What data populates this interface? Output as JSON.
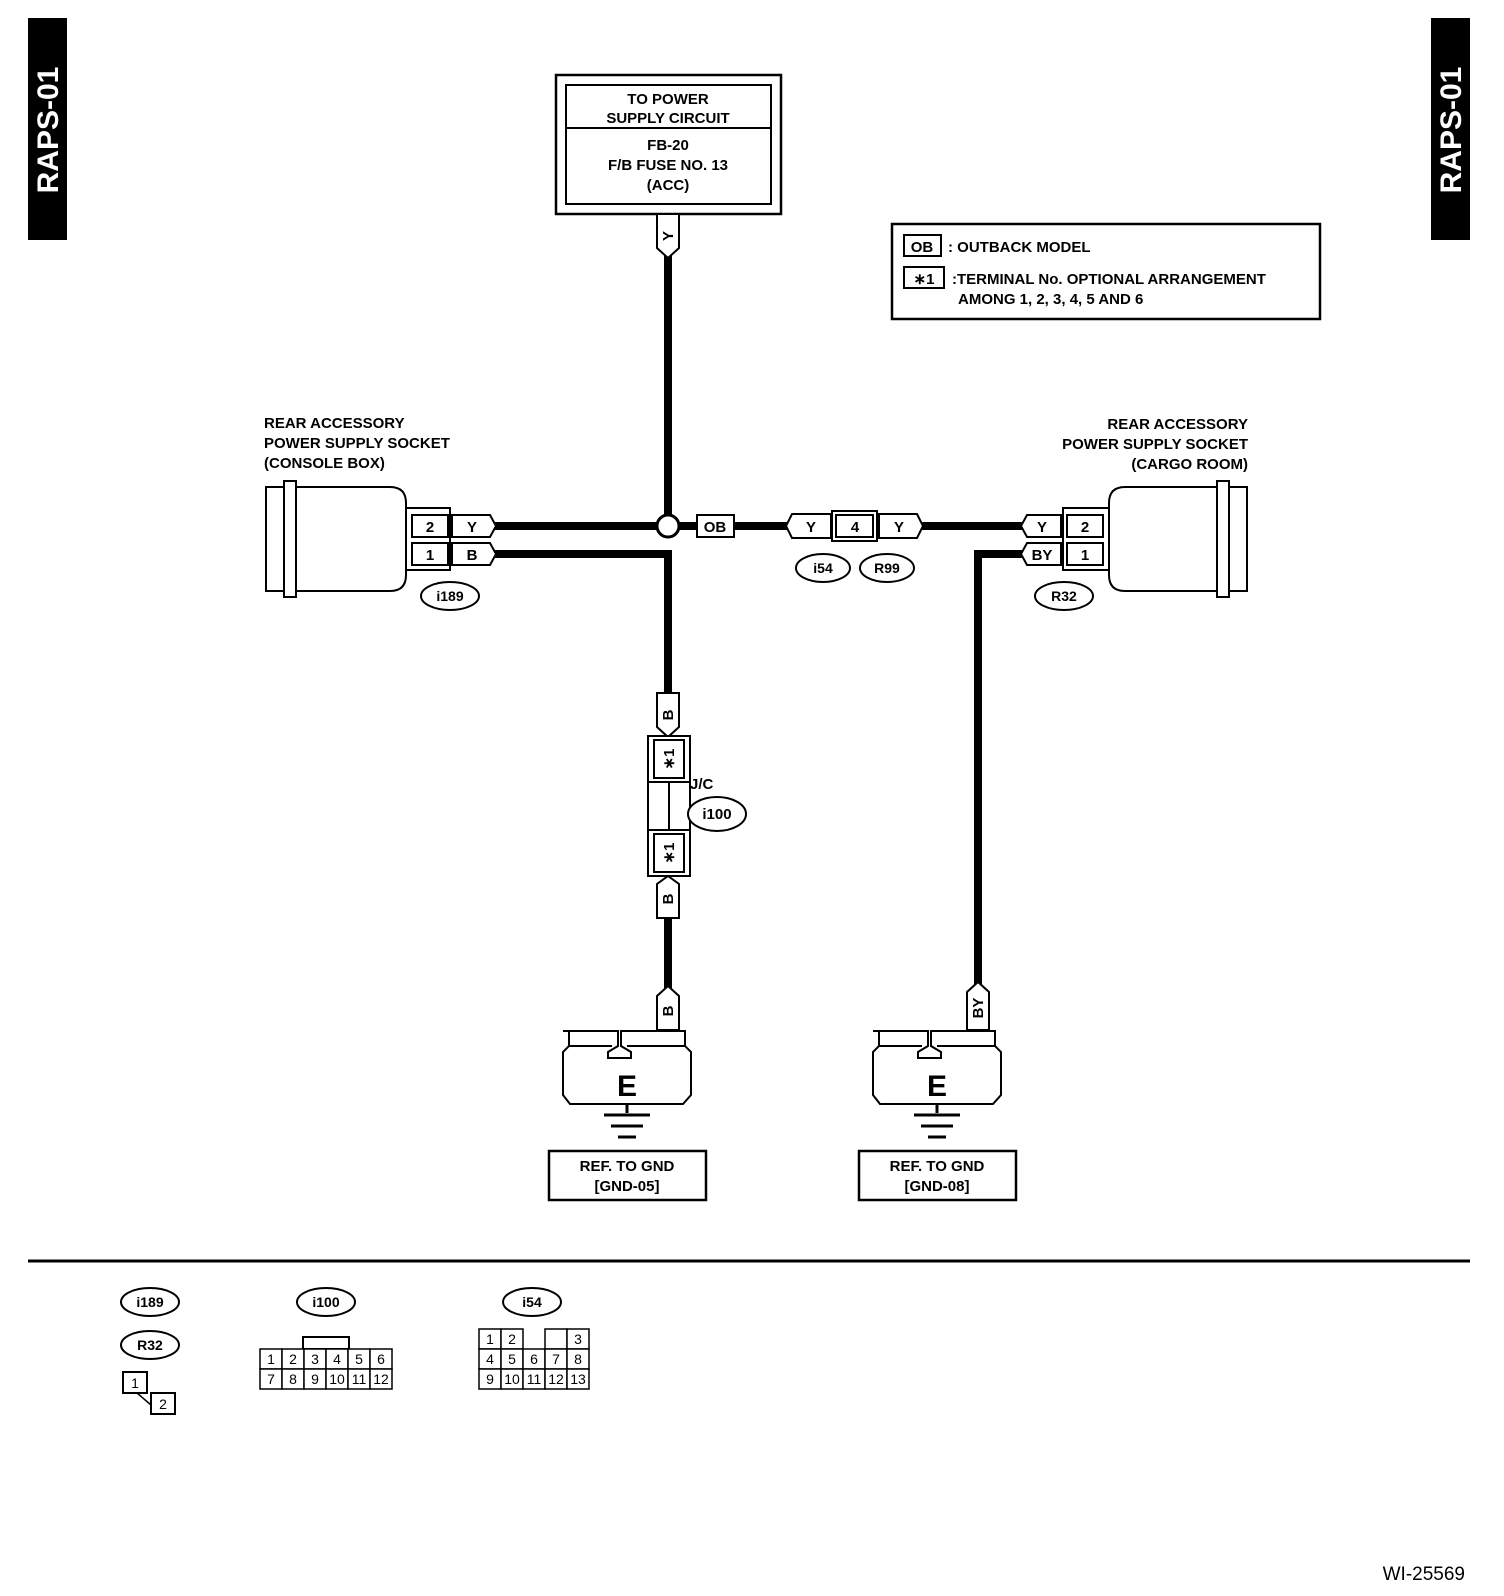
{
  "side_tab_left": "RAPS-01",
  "side_tab_right": "RAPS-01",
  "power_box": {
    "header_line1": "TO POWER",
    "header_line2": "SUPPLY CIRCUIT",
    "body_line1": "FB-20",
    "body_line2": "F/B FUSE NO. 13",
    "body_line3": "(ACC)"
  },
  "legend": {
    "ob_tag": "OB",
    "ob_text": ": OUTBACK MODEL",
    "star_tag": "∗1",
    "star_text_line1": ":TERMINAL No. OPTIONAL ARRANGEMENT",
    "star_text_line2": "AMONG 1, 2, 3, 4, 5 AND 6"
  },
  "left_socket": {
    "label_line1": "REAR ACCESSORY",
    "label_line2": "POWER SUPPLY SOCKET",
    "label_line3": "(CONSOLE BOX)",
    "pin_top": "2",
    "pin_bottom": "1",
    "wire_top": "Y",
    "wire_bottom": "B",
    "connector": "i189"
  },
  "right_socket": {
    "label_line1": "REAR ACCESSORY",
    "label_line2": "POWER SUPPLY SOCKET",
    "label_line3": "(CARGO ROOM)",
    "pin_top": "2",
    "pin_bottom": "1",
    "wire_top": "Y",
    "wire_bottom": "BY",
    "connector": "R32"
  },
  "wires": {
    "power_drop": "Y",
    "ob_tag": "OB",
    "mid_left": "Y",
    "mid_pin": "4",
    "mid_right": "Y",
    "mid_conn_left": "i54",
    "mid_conn_right": "R99",
    "gnd_left_upper": "B",
    "gnd_left_lower": "B",
    "gnd_left_bottom": "B",
    "gnd_right_bottom": "BY",
    "jc_star_top": "∗1",
    "jc_star_bottom": "∗1",
    "jc_label": "J/C",
    "jc_connector": "i100"
  },
  "grounds": [
    {
      "symbol": "E",
      "ref_line1": "REF. TO GND",
      "ref_line2": "[GND-05]"
    },
    {
      "symbol": "E",
      "ref_line1": "REF. TO GND",
      "ref_line2": "[GND-08]"
    }
  ],
  "connector_views": {
    "i189": "i189",
    "R32": "R32",
    "i189_pins": [
      "1",
      "2"
    ],
    "i100": "i100",
    "i100_pins": [
      "1",
      "2",
      "3",
      "4",
      "5",
      "6",
      "7",
      "8",
      "9",
      "10",
      "11",
      "12"
    ],
    "i54": "i54",
    "i54_pins": [
      "1",
      "2",
      "",
      "3",
      "4",
      "5",
      "6",
      "7",
      "8",
      "9",
      "10",
      "11",
      "12",
      "13"
    ]
  },
  "figure_id": "WI-25569"
}
